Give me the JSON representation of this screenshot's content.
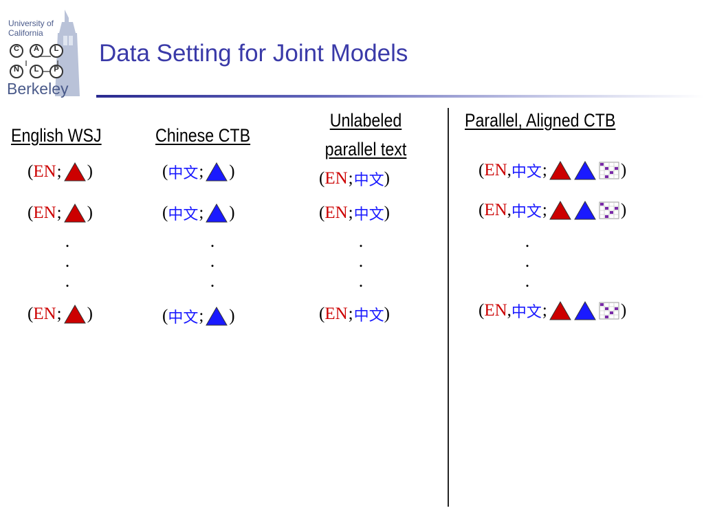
{
  "logo": {
    "line1": "University of",
    "line2": "California",
    "row1": [
      "C",
      "A",
      "L"
    ],
    "row2": [
      "N",
      "L",
      "P"
    ],
    "name": "Berkeley"
  },
  "title": "Data Setting for Joint Models",
  "columns": {
    "wsj": {
      "heading": "English WSJ",
      "en": "EN",
      "sep": ";"
    },
    "ctb": {
      "heading": "Chinese CTB",
      "zh": "中文",
      "sep": ";"
    },
    "unlabeled": {
      "heading_line1": "Unlabeled",
      "heading_line2": "parallel text",
      "en": "EN",
      "zh": "中文",
      "sep": ";"
    },
    "parallel": {
      "heading": "Parallel, Aligned CTB",
      "en": "EN",
      "comma": ",",
      "zh": "中文",
      "sep": ";"
    }
  },
  "paren_open": "(",
  "paren_close": ")",
  "dot": ".",
  "colors": {
    "title": "#3a3aa8",
    "en": "#cc0000",
    "zh": "#1a1aff",
    "red_triangle": "#cc0000",
    "blue_triangle": "#1a1aff",
    "alignment_grid": "#7a2aa8"
  },
  "icons": [
    "red-triangle-icon",
    "blue-triangle-icon",
    "alignment-grid-icon"
  ]
}
